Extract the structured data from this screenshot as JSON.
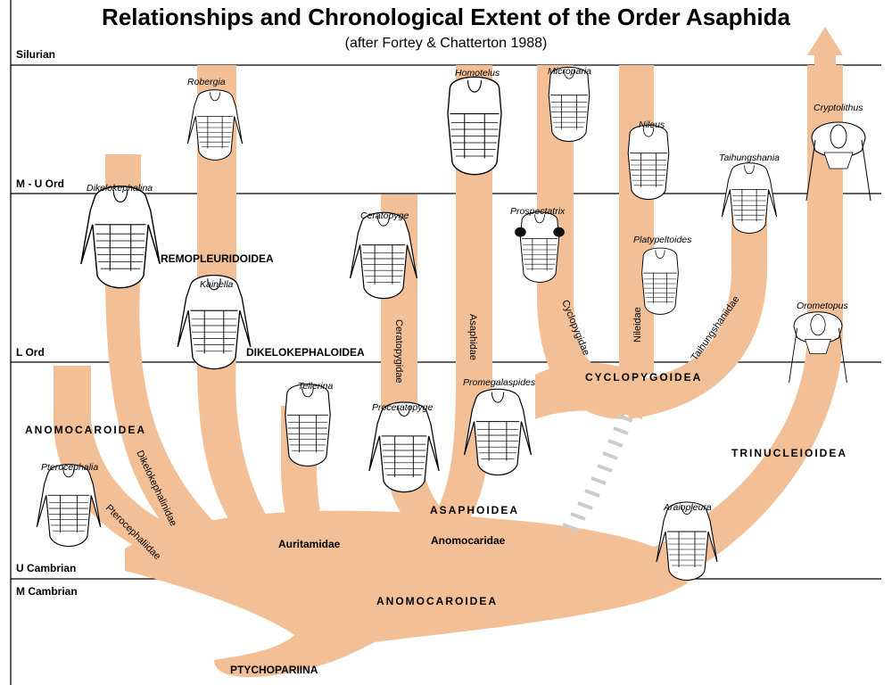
{
  "title": "Relationships and Chronological Extent of the Order Asaphida",
  "subtitle": "(after Fortey & Chatterton 1988)",
  "periods": [
    "Silurian",
    "M - U Ord",
    "L Ord",
    "U Cambrian",
    "M Cambrian"
  ],
  "superfamilies": {
    "remopleuridoidea": "REMOPLEURIDOIDEA",
    "dikelokephaloidea": "DIKELOKEPHALOIDEA",
    "anomocaroidea_left": "ANOMOCAROIDEA",
    "anomocaroidea_base": "ANOMOCAROIDEA",
    "cyclopygoidea": "CYCLOPYGOIDEA",
    "asaphoidea": "ASAPHOIDEA",
    "trinucleioidea": "TRINUCLEIOIDEA",
    "ptychopariina": "PTYCHOPARIINA"
  },
  "families": {
    "auritamidae": "Auritamidae",
    "anomocaridae": "Anomocaridae",
    "dikelokephalinidae": "Dikelokephalinidae",
    "pterocephaliidae": "Pterocephaliidae",
    "ceratopygidae": "Ceratopygidae",
    "asaphidae": "Asaphidae",
    "cyclopygidae": "Cyclopygidae",
    "nileidae": "Nileidae",
    "taihungshaniidae": "Taihungshaniidae"
  },
  "genera": {
    "robergia": "Robergia",
    "homotelus": "Homotelus",
    "microparia": "Microparia",
    "nileus": "Nileus",
    "cryptolithus": "Cryptolithus",
    "taihungshania": "Taihungshania",
    "dikelokephalina": "Dikelokephalina",
    "ceratopyge": "Ceratopyge",
    "prospectatrix": "Prospectatrix",
    "platypeltoides": "Platypeltoides",
    "kainella": "Kainella",
    "orometopus": "Orometopus",
    "tellerina": "Tellerina",
    "proceratopyge": "Proceratopyge",
    "promegalaspides": "Promegalaspides",
    "pterocephalia": "Pterocephalia",
    "araiopleura": "Araiopleura"
  },
  "colors": {
    "branch": "#f2bf96",
    "stroke": "#000000",
    "dashed": "#c9cdcb",
    "fossil_fill": "#ffffff",
    "eye": "#111111"
  }
}
